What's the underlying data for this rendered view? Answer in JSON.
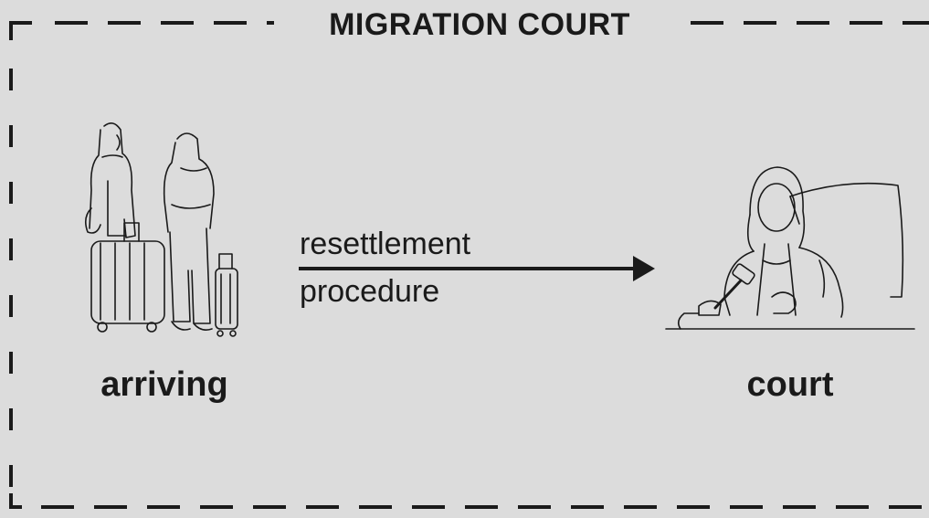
{
  "diagram": {
    "title": "MIGRATION COURT",
    "left_label": "arriving",
    "right_label": "court",
    "arrow_label_top": "resettlement",
    "arrow_label_bottom": "procedure",
    "left_icon": "travelers-with-luggage-icon",
    "right_icon": "judge-with-gavel-icon"
  },
  "colors": {
    "background": "#dcdcdc",
    "ink": "#1a1a1a"
  }
}
